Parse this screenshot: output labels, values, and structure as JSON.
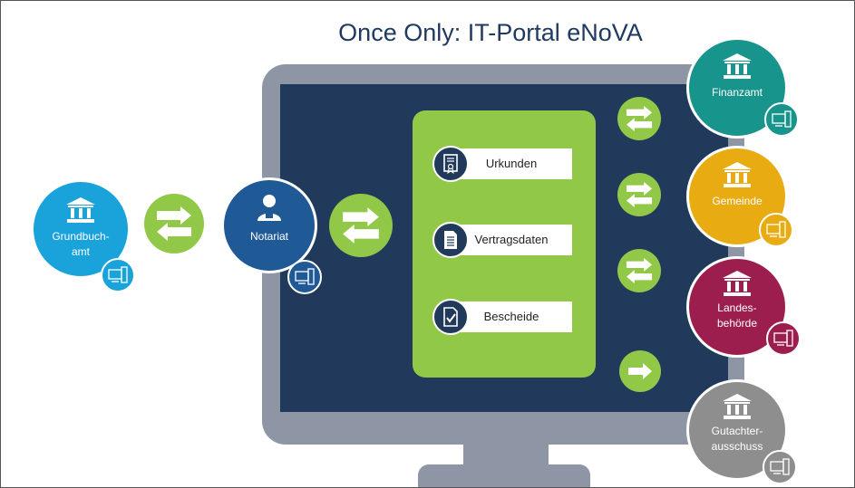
{
  "title": "Once Only: IT-Portal eNoVA",
  "colors": {
    "screen": "#213a5c",
    "monitor": "#8e96a6",
    "panel": "#92c848",
    "grundbuchamt": "#1aa3db",
    "notariat": "#1f5a96",
    "finanzamt": "#17948c",
    "gemeinde": "#e8ac12",
    "landesbehoerde": "#9c1e4e",
    "gutachter": "#8e8e8e"
  },
  "documents": [
    {
      "label": "Urkunden",
      "icon": "certificate-icon"
    },
    {
      "label": "Vertragsdaten",
      "icon": "document-text-icon"
    },
    {
      "label": "Bescheide",
      "icon": "checkmark-document-icon"
    }
  ],
  "nodes": {
    "grundbuchamt": {
      "line1": "Grundbuch-",
      "line2": "amt",
      "icon": "institution-building-icon"
    },
    "notariat": {
      "label": "Notariat",
      "icon": "notary-person-icon"
    },
    "finanzamt": {
      "label": "Finanzamt",
      "icon": "institution-building-icon"
    },
    "gemeinde": {
      "label": "Gemeinde",
      "icon": "institution-building-icon"
    },
    "landesbehoerde": {
      "line1": "Landes-",
      "line2": "behörde",
      "icon": "institution-building-icon"
    },
    "gutachter": {
      "line1": "Gutachter-",
      "line2": "ausschuss",
      "icon": "institution-building-icon"
    }
  }
}
